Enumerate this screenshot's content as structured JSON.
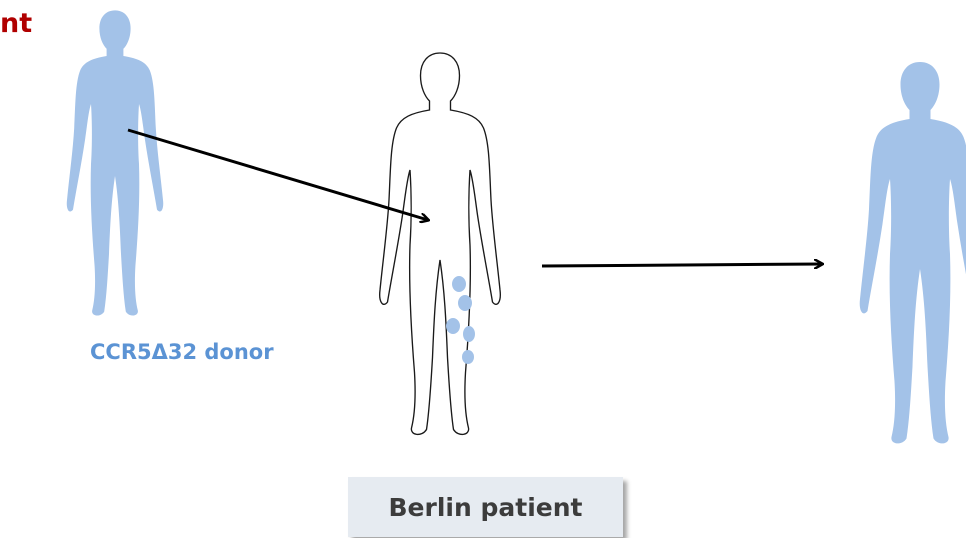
{
  "title_fragment": "nt",
  "donor_label": "CCR5Δ32 donor",
  "patient_label": "Berlin patient",
  "colors": {
    "title": "#b00000",
    "donor_fill": "#a3c2e8",
    "donor_text": "#5b93d4",
    "outline": "#1a1a1a",
    "box": "#e6ebf1",
    "arrow": "#000000"
  },
  "icons": [
    "person-silhouette-icon",
    "person-outline-icon",
    "arrow-icon",
    "cell-dot-icon"
  ]
}
